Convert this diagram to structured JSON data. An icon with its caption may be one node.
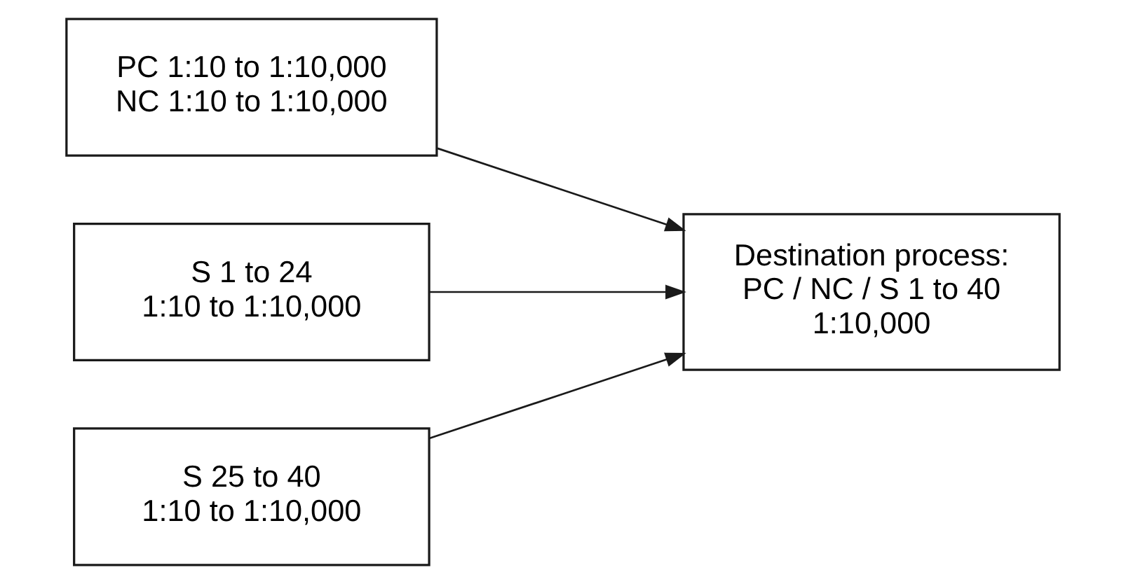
{
  "diagram": {
    "nodes": [
      {
        "text": [
          "PC 1:10 to 1:10,000",
          "NC 1:10 to 1:10,000"
        ]
      },
      {
        "text": [
          "S 1 to 24",
          "1:10 to 1:10,000"
        ]
      },
      {
        "text": [
          "S 25 to 40",
          "1:10 to 1:10,000"
        ]
      },
      {
        "text": [
          "Destination process:",
          "PC / NC / S 1 to 40",
          "1:10,000"
        ]
      }
    ],
    "edges": [
      {
        "from": 0,
        "to": 3,
        "arrow": "to"
      },
      {
        "from": 1,
        "to": 3,
        "arrow": "to"
      },
      {
        "from": 2,
        "to": 3,
        "arrow": "to"
      }
    ]
  }
}
